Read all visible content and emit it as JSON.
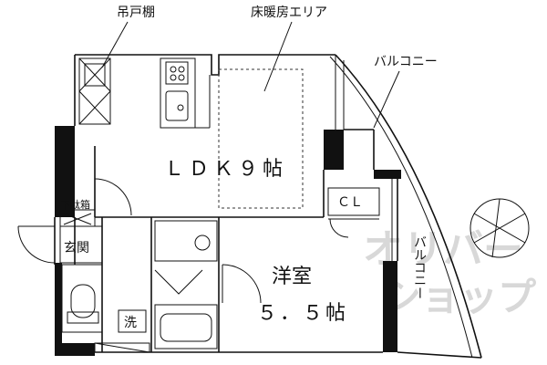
{
  "labels": {
    "hanging_shelf": "吊戸棚",
    "floor_heating": "床暖房エリア",
    "balcony_top": "バルコニー",
    "balcony_side": "バルコニー",
    "ldk": "ＬＤＫ９帖",
    "cl": "ＣＬ",
    "shoe_box": "下駄箱",
    "entrance": "玄関",
    "western_room_name": "洋室",
    "western_room_size": "５．５帖",
    "washer": "洗"
  },
  "watermark": {
    "line1": "オリバー",
    "line2": "ショップ"
  },
  "colors": {
    "wall": "#111111",
    "watermark": "#d8d8d8"
  }
}
